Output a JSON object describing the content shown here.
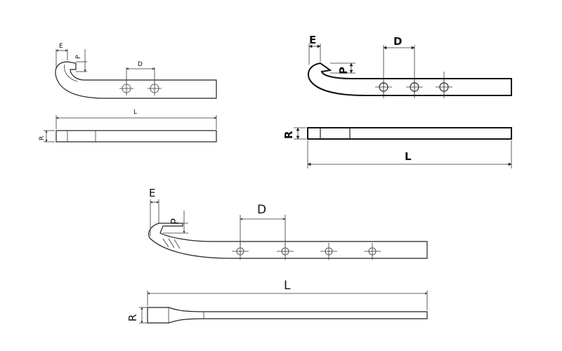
{
  "labels": {
    "e": "E",
    "p": "P",
    "d": "D",
    "l": "L",
    "r": "R"
  },
  "line_color": "#1a1a1a"
}
